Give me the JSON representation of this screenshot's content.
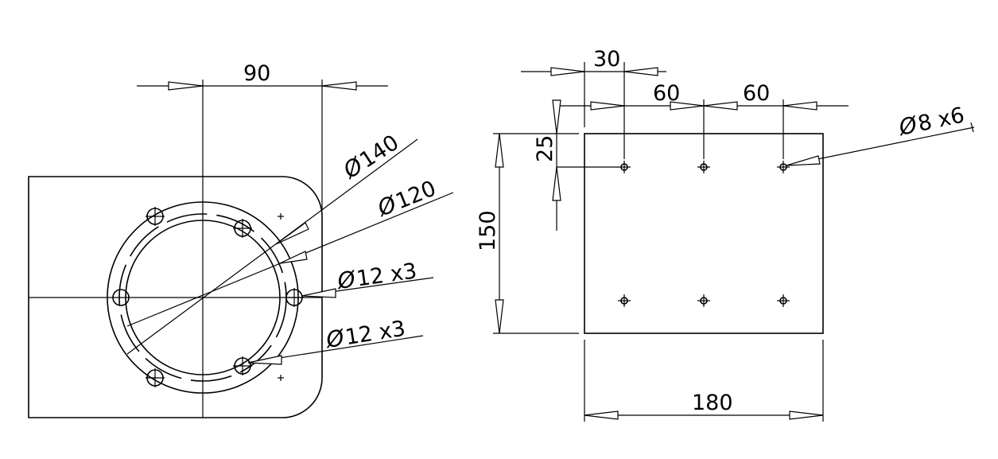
{
  "front_view": {
    "dim_width": "90",
    "dim_outer_diameter": "140",
    "dim_inner_diameter": "120",
    "dim_holes_upper": "12 x3",
    "dim_holes_lower": "12 x3"
  },
  "side_view": {
    "dim_offset": "30",
    "dim_pitch_1": "60",
    "dim_pitch_2": "60",
    "dim_top_offset": "25",
    "dim_height": "150",
    "dim_width": "180",
    "dim_small_holes": "8 x6"
  },
  "symbols": {
    "diameter": "Ø"
  }
}
